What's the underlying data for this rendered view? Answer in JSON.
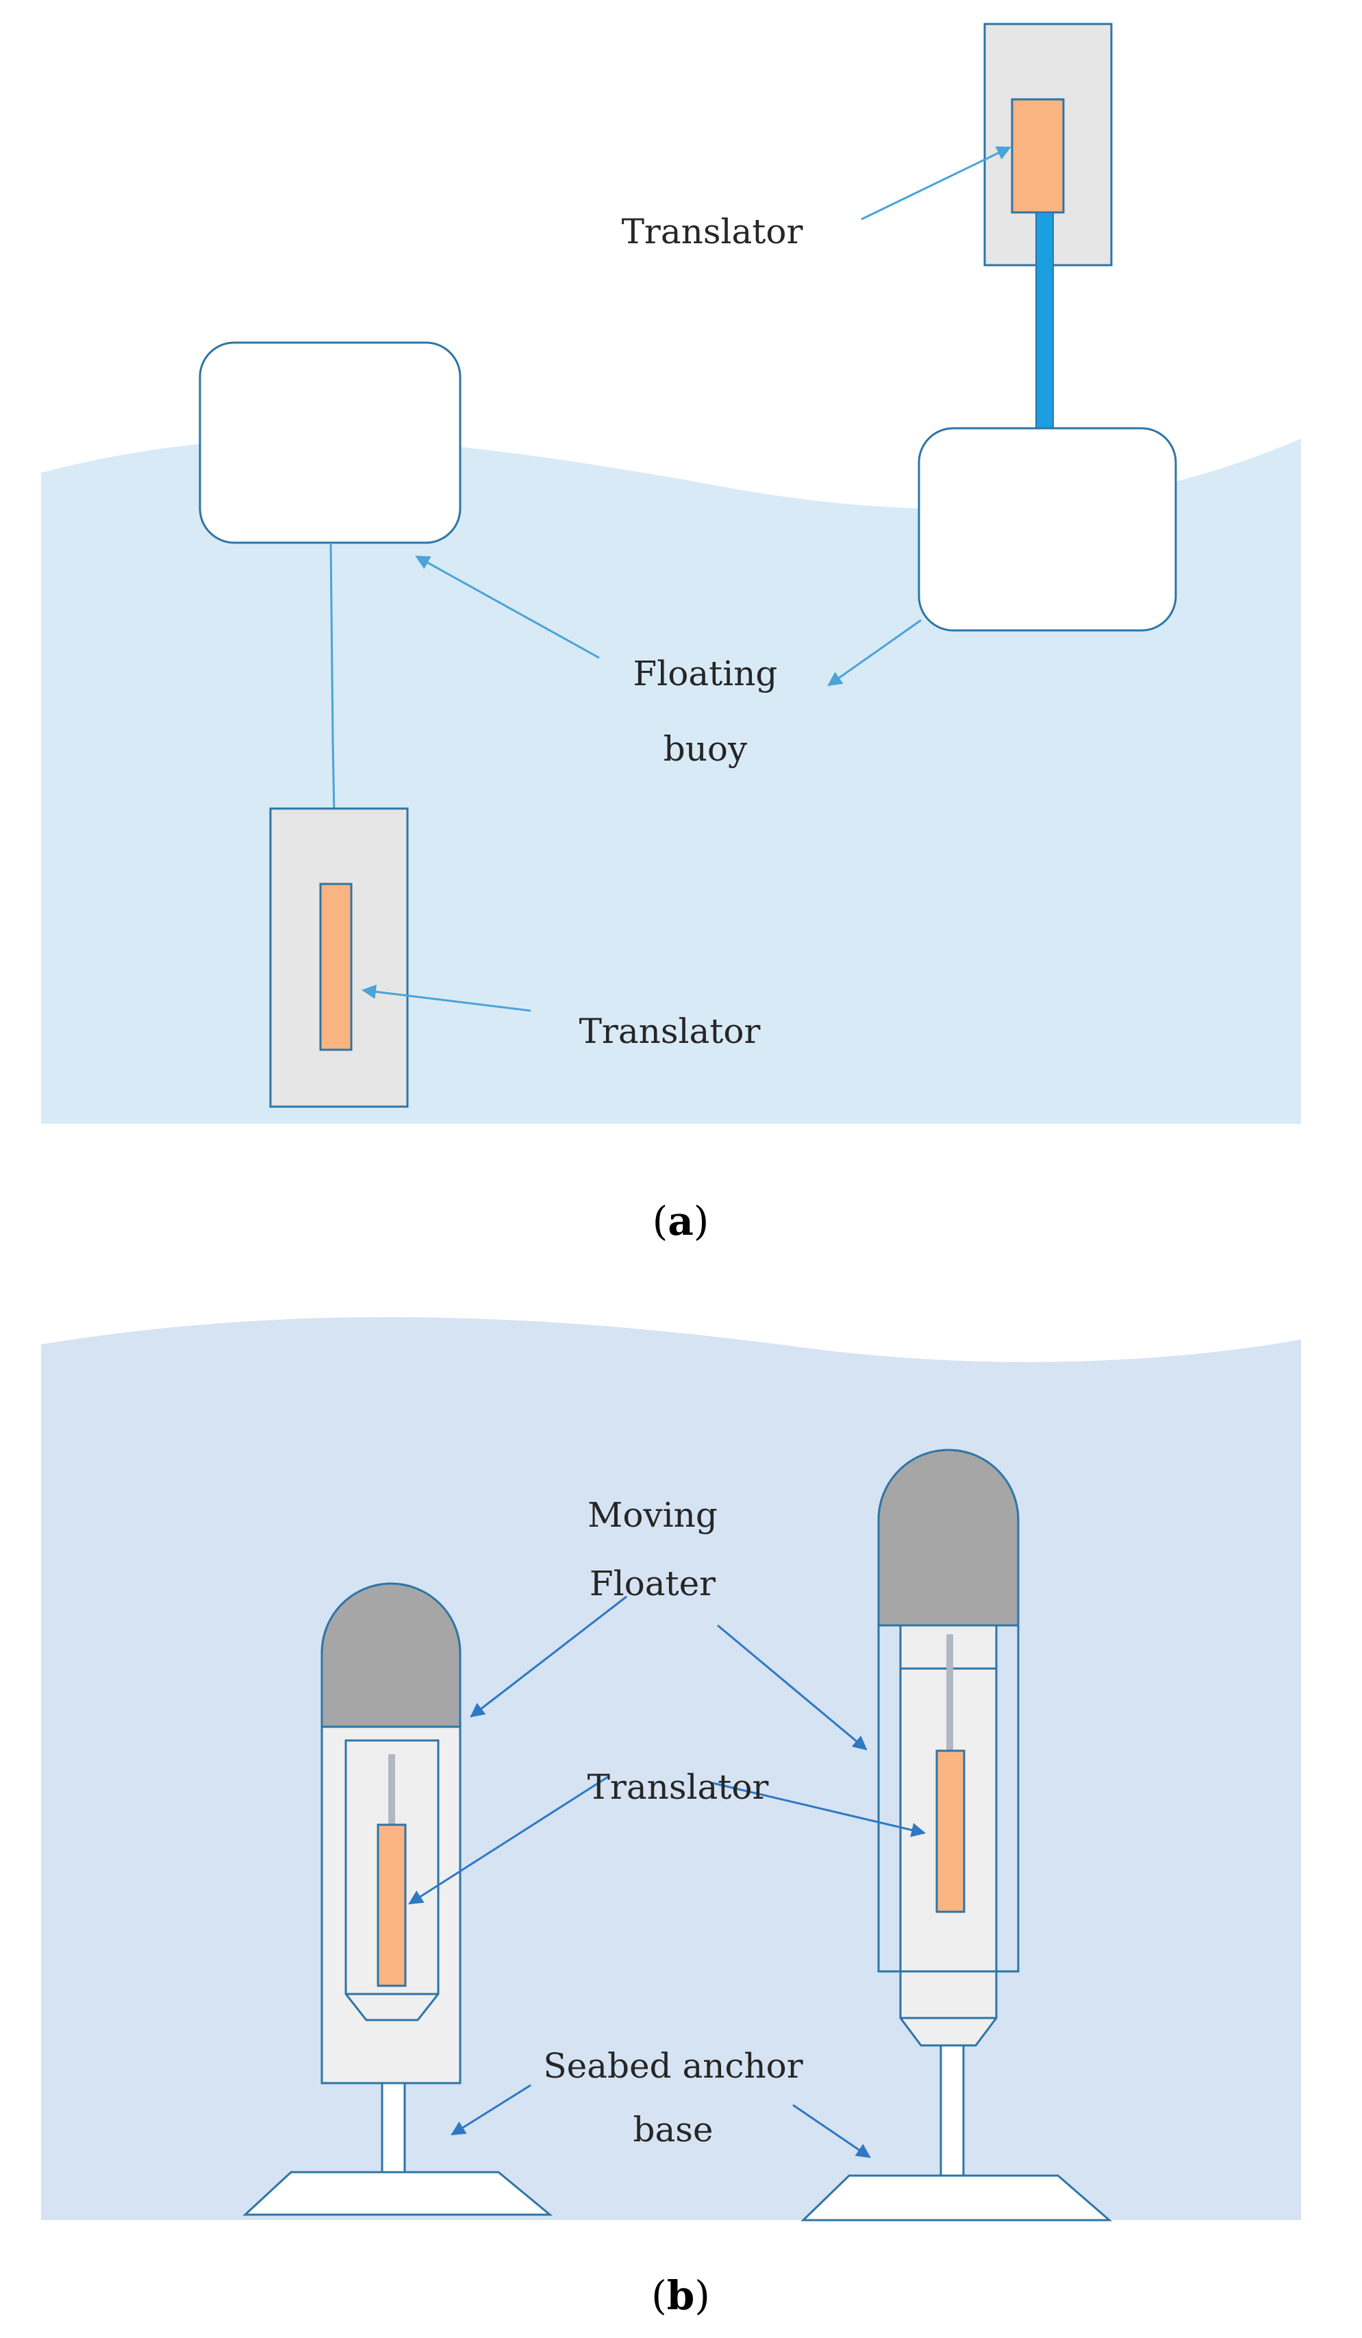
{
  "panel_a": {
    "caption_open": "(",
    "caption_letter": "a",
    "caption_close": ")",
    "labels": {
      "translator_top": "Translator",
      "floating_line1": "Floating",
      "floating_line2": "buoy",
      "translator_bottom": "Translator"
    }
  },
  "panel_b": {
    "caption_open": "(",
    "caption_letter": "b",
    "caption_close": ")",
    "labels": {
      "moving_line1": "Moving",
      "moving_line2": "Floater",
      "translator": "Translator",
      "seabed_line1": "Seabed anchor",
      "seabed_line2": "base"
    }
  },
  "colors": {
    "sea_a": "#d8eaf6",
    "sea_b": "#d6e3f2",
    "outline": "#2e75a6",
    "arrow_a": "#4aa3d9",
    "arrow_b": "#2e78c4",
    "translator_fill": "#f9b482",
    "housing_fill": "#e6e6e6",
    "float_cap": "#a6a6a6",
    "rod_blue": "#1aa0e0",
    "rod_gray": "#b0b8c4"
  }
}
